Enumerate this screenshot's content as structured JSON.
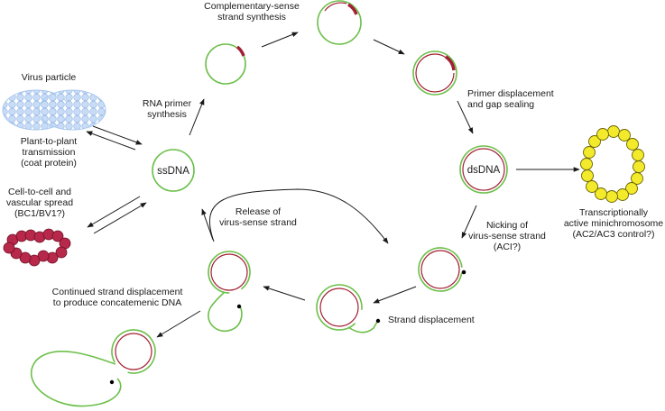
{
  "labels": {
    "virus_particle": "Virus particle",
    "plant_to_plant": [
      "Plant-to-plant",
      "transmission",
      "(coat protein)"
    ],
    "cell_to_cell": [
      "Cell-to-cell and",
      "vascular spread",
      "(BC1/BV1?)"
    ],
    "ssdna": "ssDNA",
    "rna_primer": [
      "RNA primer",
      "synthesis"
    ],
    "complementary": [
      "Complementary-sense",
      "strand synthesis"
    ],
    "primer_displacement": [
      "Primer displacement",
      "and gap sealing"
    ],
    "dsdna": "dsDNA",
    "minichromosome": [
      "Transcriptionally",
      "active minichromosome",
      "(AC2/AC3 control?)"
    ],
    "nicking": [
      "Nicking of",
      "virus-sense strand",
      "(ACI?)"
    ],
    "strand_displacement": "Strand displacement",
    "release": [
      "Release of",
      "virus-sense strand"
    ],
    "continued": [
      "Continued strand displacement",
      "to produce concatemenic DNA"
    ]
  },
  "colors": {
    "ssdna_strand": "#6cbf4a",
    "complementary_strand": "#a31f34",
    "virus_particle": "#a9c8f0",
    "minichromosome_bead": "#f2ea2a",
    "spread_bead": "#b8284b"
  }
}
